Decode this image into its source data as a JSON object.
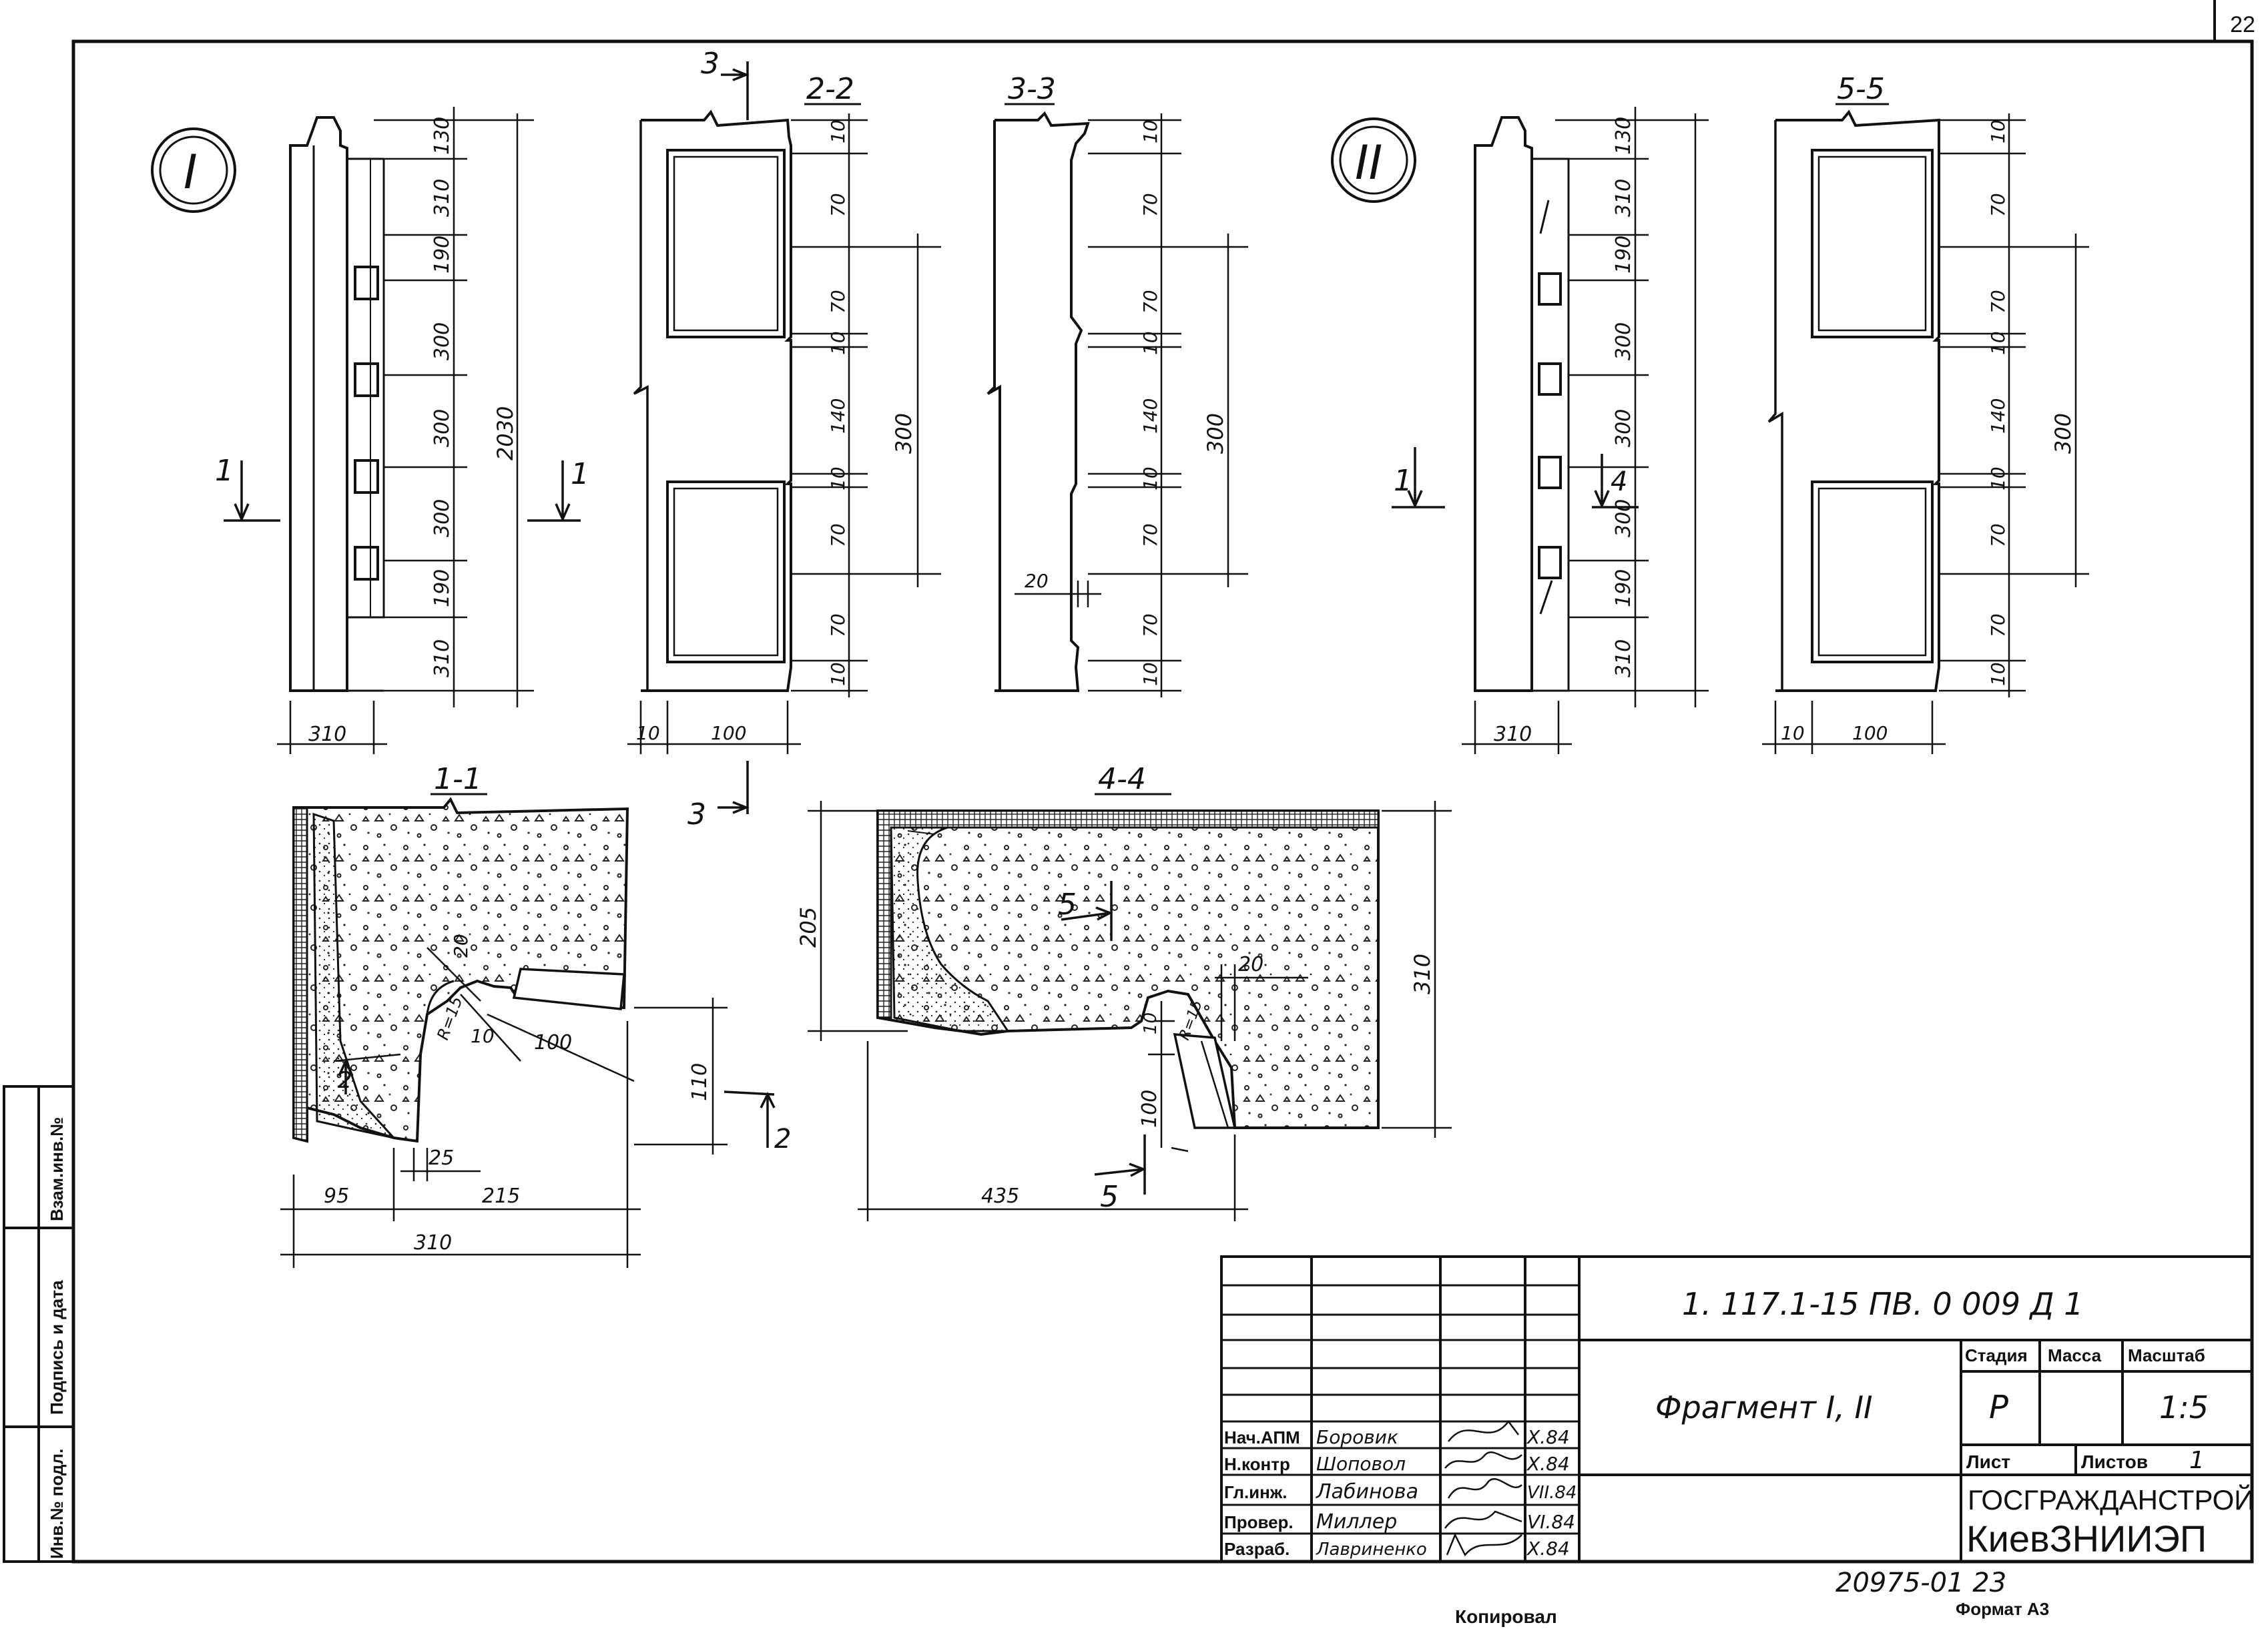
{
  "sheet_number": "22",
  "markers": {
    "fragment_1": "I",
    "fragment_2": "II"
  },
  "section_labels": {
    "s22": "2-2",
    "s33": "3-3",
    "s55": "5-5",
    "s11": "1-1",
    "s44": "4-4"
  },
  "cut_marks": {
    "one": "1",
    "two": "2",
    "three": "3",
    "four": "4",
    "five": "5"
  },
  "elevation_I_dims": [
    "130",
    "310",
    "190",
    "300",
    "300",
    "300",
    "190",
    "310"
  ],
  "elevation_I_total": "2030",
  "elevation_I_width": "310",
  "section22_dims": [
    "10",
    "70",
    "70",
    "10",
    "140",
    "10",
    "70",
    "70",
    "10"
  ],
  "section22_total": "300",
  "section22_widths": [
    "10",
    "100"
  ],
  "section33_dims": [
    "10",
    "70",
    "70",
    "10",
    "140",
    "10",
    "70",
    "70",
    "10"
  ],
  "section33_total": "300",
  "section33_inset": "20",
  "elevation_II_dims": [
    "130",
    "310",
    "190",
    "300",
    "300",
    "300",
    "190",
    "310"
  ],
  "elevation_II_width": "310",
  "section55_dims": [
    "10",
    "70",
    "70",
    "10",
    "140",
    "10",
    "70",
    "70",
    "10"
  ],
  "section55_total": "300",
  "section55_widths": [
    "10",
    "100"
  ],
  "section11_dims": {
    "a": "20",
    "b": "R=15",
    "c": "10",
    "d": "100",
    "e": "110",
    "f": "25",
    "g": "95",
    "h": "215",
    "i": "310"
  },
  "section44_dims": {
    "a": "205",
    "b": "310",
    "c": "20",
    "d": "10",
    "e": "R=15",
    "f": "100",
    "g": "435"
  },
  "title_block": {
    "doc_code": "1. 117.1-15 ПВ. 0   009 Д 1",
    "title": "Фрагмент I, II",
    "stage_label": "Стадия",
    "mass_label": "Масса",
    "scale_label": "Масштаб",
    "stage_value": "Р",
    "scale_value": "1:5",
    "sheet_label": "Лист",
    "sheets_label": "Листов",
    "sheets_value": "1",
    "org_line1": "ГОСГРАЖДАНСТРОЙ",
    "org_line2": "КиевЗНИИЭП",
    "roles": [
      "Нач.АПМ",
      "Н.контр",
      "Гл.инж.",
      "Провер.",
      "Разраб."
    ],
    "names": [
      "Боровик",
      "Шоповол",
      "Лабинова",
      "Миллер",
      "Лавриненко"
    ],
    "dates": [
      "X.84",
      "X.84",
      "VII.84",
      "VI.84",
      "X.84"
    ]
  },
  "side_stamp": [
    "Инв.№ подл.",
    "Подпись и дата",
    "Взам.инв.№"
  ],
  "footer": {
    "number": "20975-01   23",
    "copied": "Копировал",
    "format": "Формат А3"
  }
}
